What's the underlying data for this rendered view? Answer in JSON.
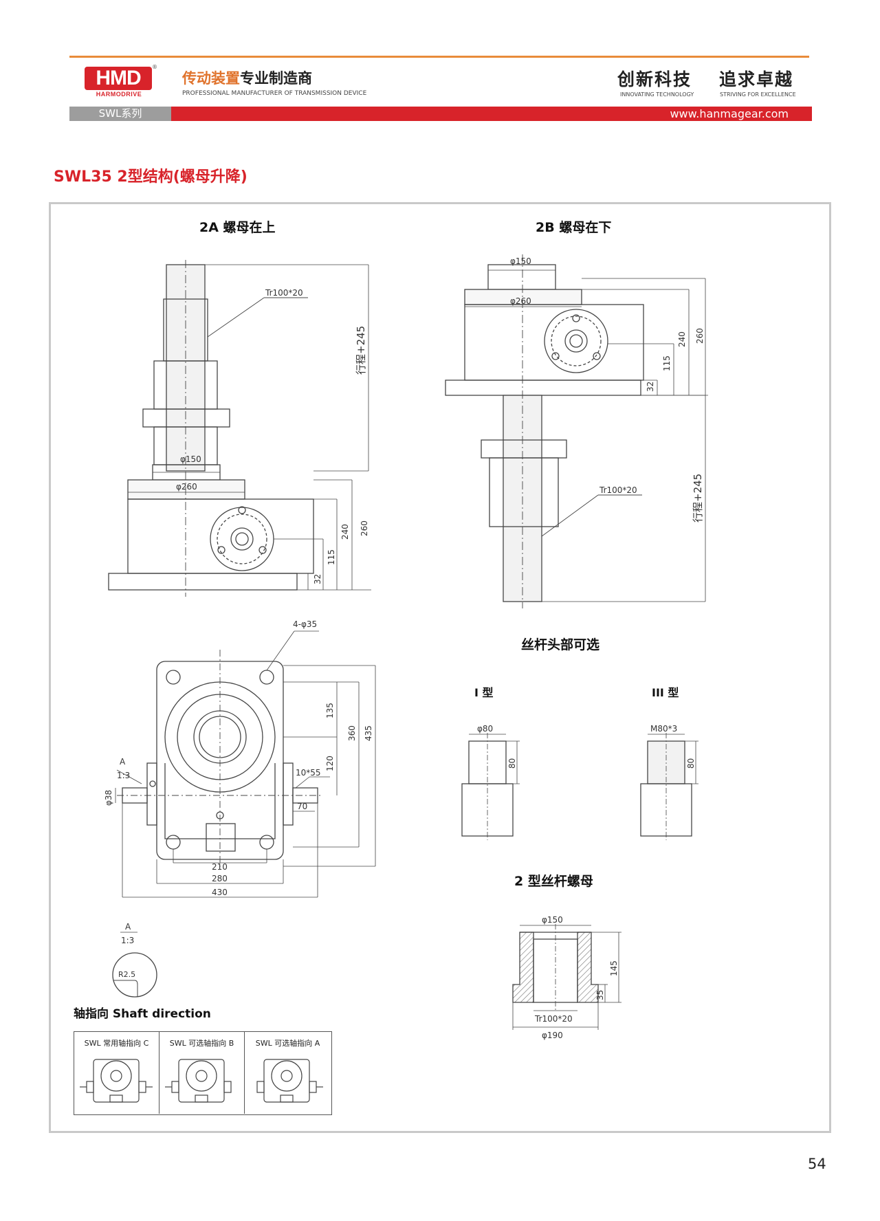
{
  "header": {
    "logo_text": "HMD",
    "logo_sub": "HARMODRIVE",
    "logo_reg": "®",
    "slogan_cn_a": "传动装置",
    "slogan_cn_b": "专业制造商",
    "slogan_en": "PROFESSIONAL MANUFACTURER OF TRANSMISSION DEVICE",
    "motto_1": "创新科技",
    "motto_1_en": "INNOVATING TECHNOLOGY",
    "motto_2": "追求卓越",
    "motto_2_en": "STRIVING FOR EXCELLENCE",
    "series": "SWL系列",
    "website": "www.hanmagear.com",
    "colors": {
      "accent_red": "#d8232a",
      "accent_orange": "#e98b3a",
      "gray": "#9d9d9d"
    }
  },
  "title": "SWL35  2型结构(螺母升降)",
  "sections": {
    "a": "2A 螺母在上",
    "b": "2B 螺母在下",
    "head_options": "丝杆头部可选",
    "type_i": "I 型",
    "type_iii": "III 型",
    "nut": "2 型丝杆螺母",
    "shaft": "轴指向  Shaft direction"
  },
  "dims": {
    "tr": "Tr100*20",
    "phi150": "φ150",
    "phi260": "φ260",
    "stroke": "行程+245",
    "d240": "240",
    "d260": "260",
    "d115": "115",
    "d32": "32",
    "holes": "4-φ35",
    "d135": "135",
    "d360": "360",
    "d435": "435",
    "d120": "120",
    "key": "10*55",
    "d70": "70",
    "phi38": "φ38",
    "d210": "210",
    "d280": "280",
    "d430": "430",
    "detail_a": "A",
    "scale": "1:3",
    "r25": "R2.5",
    "phi80": "φ80",
    "d80": "80",
    "m80": "M80*3",
    "d145": "145",
    "d35": "35",
    "phi190": "φ190"
  },
  "shaft_table": [
    {
      "label": "SWL 常用轴指向 C"
    },
    {
      "label": "SWL 可选轴指向 B"
    },
    {
      "label": "SWL 可选轴指向 A"
    }
  ],
  "page_number": "54"
}
